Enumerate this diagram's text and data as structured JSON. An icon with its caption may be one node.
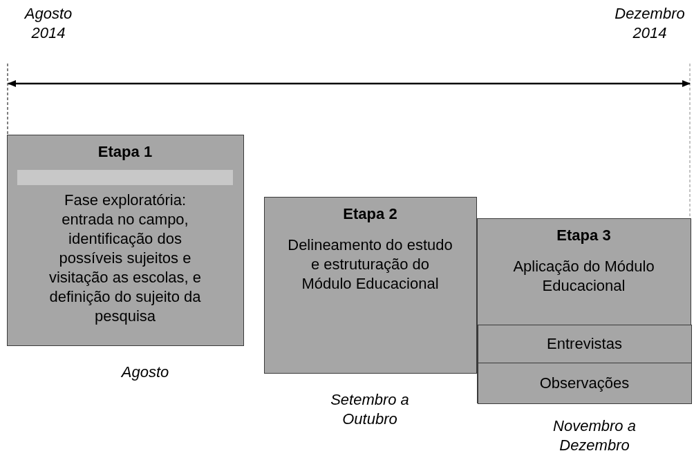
{
  "diagram": {
    "nodes": [
      {
        "text": [
          "Etapa 1",
          "Fase exploratória: entrada no campo, identificação dos possíveis sujeitos e visitação as escolas, e definição do sujeito da pesquisa"
        ],
        "beside": [
          "Agosto"
        ]
      },
      {
        "text": [],
        "shape": "bar",
        "in": 0
      },
      {
        "text": [
          "Etapa 2",
          "Delineamento do estudo e estruturação do Módulo Educacional"
        ],
        "beside": [
          "Setembro a Outubro"
        ]
      },
      {
        "text": [
          "Etapa 3",
          "Aplicação do Módulo Educacional"
        ],
        "beside": [
          "Novembro a Dezembro"
        ]
      },
      {
        "text": [
          "Entrevistas"
        ],
        "in": 3
      },
      {
        "text": [
          "Observações"
        ],
        "in": 3
      }
    ],
    "edges": [],
    "labels": [
      "Agosto 2014",
      "Dezembro 2014"
    ]
  }
}
